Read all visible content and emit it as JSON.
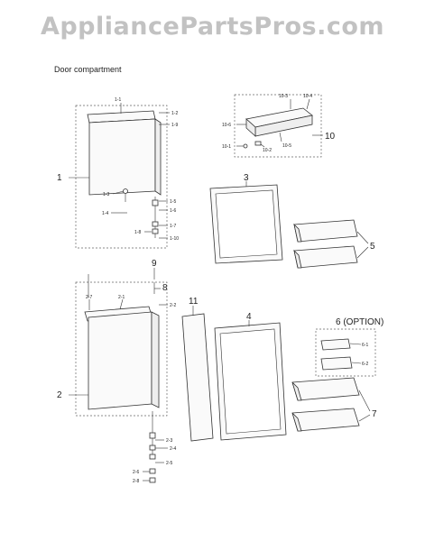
{
  "watermark": "AppliancePartsPros.com",
  "section_title": "Door compartment",
  "labels": {
    "l1": "1",
    "l1_1": "1-1",
    "l1_2": "1-2",
    "l1_9": "1-9",
    "l1_3": "1-3",
    "l1_4": "1-4",
    "l1_5": "1-5",
    "l1_6": "1-6",
    "l1_7": "1-7",
    "l1_8": "1-8",
    "l1_10": "1-10",
    "l10": "10",
    "l10_3": "10-3",
    "l10_4": "10-4",
    "l10_6": "10-6",
    "l10_1": "10-1",
    "l10_2": "10-2",
    "l10_5": "10-5",
    "l3": "3",
    "l5": "5",
    "l9": "9",
    "l8": "8",
    "l2": "2",
    "l2_7": "2-7",
    "l2_1": "2-1",
    "l2_2": "2-2",
    "l2_3": "2-3",
    "l2_4": "2-4",
    "l2_5": "2-5",
    "l2_6": "2-6",
    "l2_8": "2-8",
    "l11": "11",
    "l4": "4",
    "l6": "6 (OPTION)",
    "l6_1": "6-1",
    "l6_2": "6-2",
    "l7": "7"
  }
}
